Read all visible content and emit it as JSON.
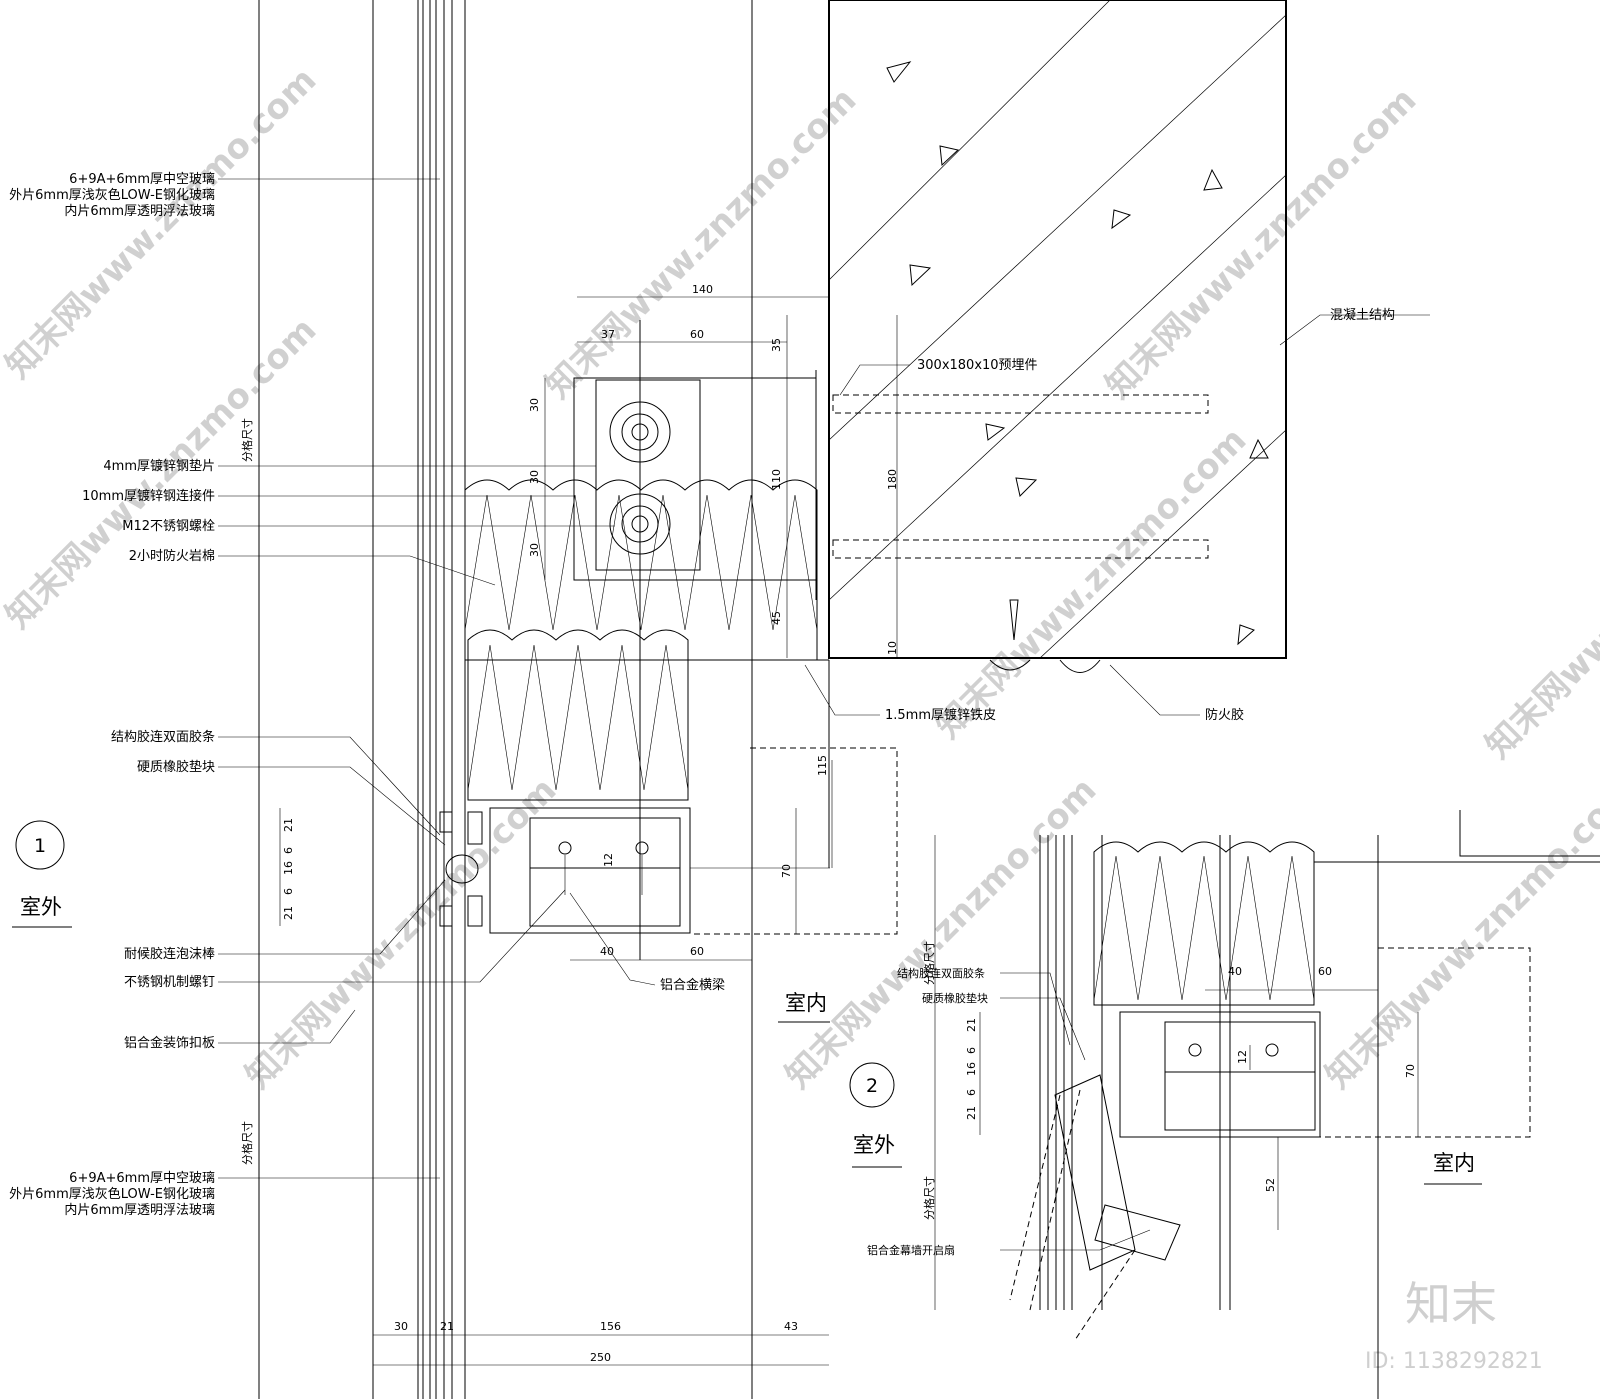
{
  "labels_left": {
    "glass_top_1": "6+9A+6mm厚中空玻璃",
    "glass_top_2": "外片6mm厚浅灰色LOW-E钢化玻璃",
    "glass_top_3": "内片6mm厚透明浮法玻璃",
    "shim": "4mm厚镀锌钢垫片",
    "connector": "10mm厚镀锌钢连接件",
    "bolt": "M12不锈钢螺栓",
    "rockwool": "2小时防火岩棉",
    "tape": "结构胶连双面胶条",
    "rubber": "硬质橡胶垫块",
    "foam": "耐候胶连泡沫棒",
    "screw": "不锈钢机制螺钉",
    "cover": "铝合金装饰扣板",
    "glass_bot_1": "6+9A+6mm厚中空玻璃",
    "glass_bot_2": "外片6mm厚浅灰色LOW-E钢化玻璃",
    "glass_bot_3": "内片6mm厚透明浮法玻璃"
  },
  "labels_right": {
    "concrete": "混凝土结构",
    "embed": "300x180x10预埋件",
    "sheet": "1.5mm厚镀锌铁皮",
    "firegel": "防火胶",
    "beam": "铝合金横梁"
  },
  "detail1": {
    "number": "1",
    "outside": "室外",
    "inside": "室内",
    "grid_size_a": "分格尺寸",
    "grid_size_b": "分格尺寸"
  },
  "detail2": {
    "number": "2",
    "outside": "室外",
    "inside": "室内",
    "grid_size_a": "分格尺寸",
    "grid_size_b": "分格尺寸",
    "tape": "结构胶连双面胶条",
    "rubber": "硬质橡胶垫块",
    "sash": "铝合金幕墙开启扇"
  },
  "dims1": {
    "d140": "140",
    "d37": "37",
    "d60a": "60",
    "d35": "35",
    "d180": "180",
    "d110": "110",
    "d45": "45",
    "d10": "10",
    "d30a": "30",
    "d30b": "30",
    "d30c": "30",
    "d115": "115",
    "d70": "70",
    "d21a": "21",
    "d6a": "6",
    "d16": "16",
    "d6b": "6",
    "d21b": "21",
    "d12": "12",
    "d40": "40",
    "d60b": "60",
    "b30": "30",
    "b21": "21",
    "b156": "156",
    "b43": "43",
    "b250": "250"
  },
  "dims2": {
    "d40": "40",
    "d60": "60",
    "d21a": "21",
    "d6a": "6",
    "d16": "16",
    "d6b": "6",
    "d21b": "21",
    "d12": "12",
    "d70": "70",
    "d52": "52"
  },
  "watermarks": {
    "site": "知末网www.znzmo.com",
    "brand": "知末",
    "id": "ID: 1138292821"
  }
}
